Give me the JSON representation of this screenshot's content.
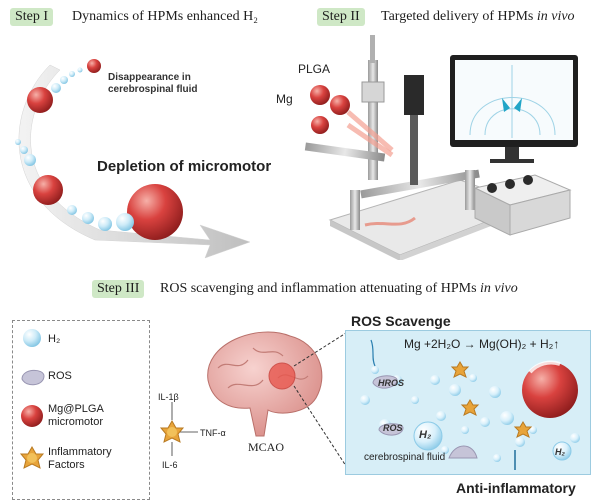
{
  "step1": {
    "tag": "Step I",
    "title": "Dynamics of HPMs enhanced H₂",
    "disappearance_label_line1": "Disappearance in",
    "disappearance_label_line2": "cerebrospinal fluid",
    "depletion_label": "Depletion of micromotor"
  },
  "step2": {
    "tag": "Step II",
    "title_main": "Targeted delivery of HPMs",
    "title_italic": "in vivo",
    "plga_label": "PLGA",
    "mg_label": "Mg"
  },
  "step3": {
    "tag": "Step III",
    "title_main": "ROS scavenging and inflammation attenuating of HPMs",
    "title_italic": "in vivo",
    "legend": {
      "h2": "H₂",
      "ros": "ROS",
      "micromotor_line1": "Mg@PLGA",
      "micromotor_line2": "micromotor",
      "inflam_line1": "Inflammatory",
      "inflam_line2": "Factors"
    },
    "cytokines": {
      "il1b": "IL-1β",
      "tnfa": "TNF-α",
      "il6": "IL-6"
    },
    "mcao_label": "MCAO",
    "ros_scavenge_title": "ROS Scavenge",
    "equation": "Mg +2H₂O → Mg(OH)₂ + H₂↑",
    "csf_label": "cerebrospinal fluid",
    "inner_labels": {
      "hros": "HROS",
      "ros": "ROS",
      "h2_big": "H₂",
      "h2_small": "H₂"
    },
    "anti_inflammatory_label": "Anti-inflammatory"
  },
  "colors": {
    "step_tag_bg": "#cfe8c6",
    "motor_red": "#d9423f",
    "bubble_blue": "#bfe4f5",
    "panel_blue": "#d7eef7"
  }
}
